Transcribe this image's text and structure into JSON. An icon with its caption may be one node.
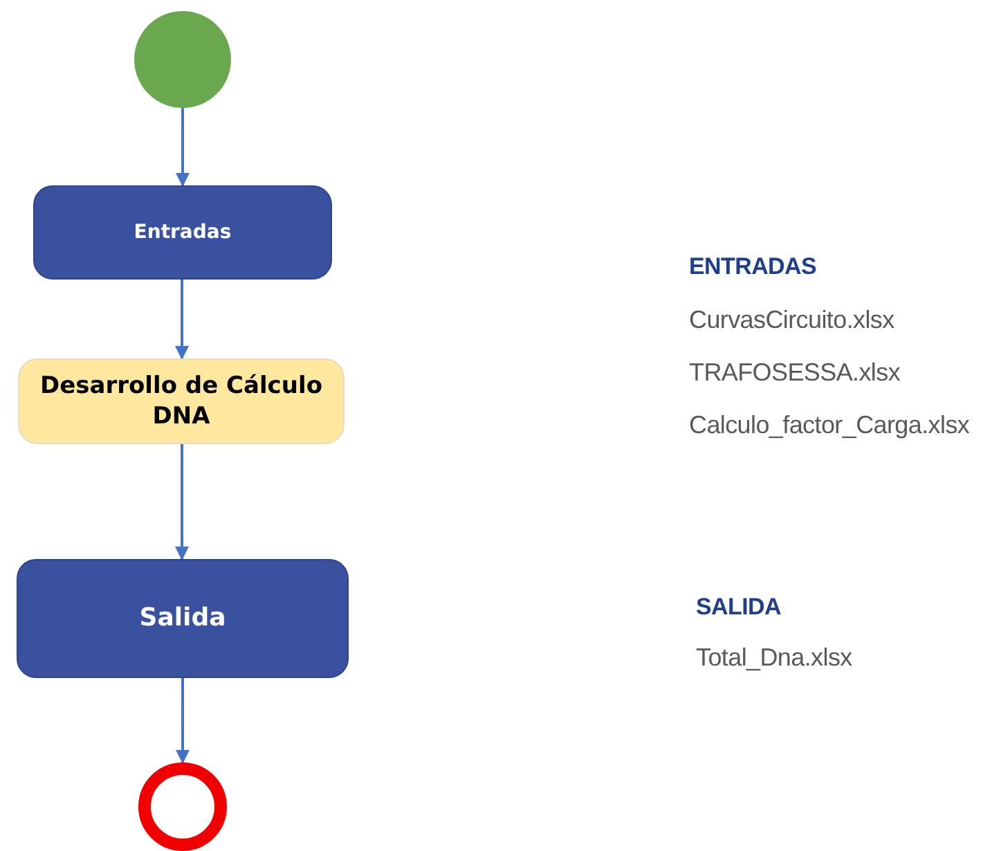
{
  "diagram": {
    "nodes": [
      {
        "text": [],
        "shape": "circle"
      },
      {
        "text": [
          "Entradas"
        ]
      },
      {
        "text": [
          "Desarrollo de Cálculo DNA"
        ]
      },
      {
        "text": [
          "Salida"
        ]
      },
      {
        "text": [],
        "shape": "circle"
      }
    ],
    "edges": [
      {
        "from": 0,
        "to": 1,
        "arrow": "to"
      },
      {
        "from": 1,
        "to": 2,
        "arrow": "to"
      },
      {
        "from": 2,
        "to": 3,
        "arrow": "to"
      },
      {
        "from": 3,
        "to": 4,
        "arrow": "to"
      }
    ],
    "labels": [
      "ENTRADAS",
      "CurvasCircuito.xlsx",
      "TRAFOSESSA.xlsx",
      "Calculo_factor_Carga.xlsx",
      "SALIDA",
      "Total_Dna.xlsx"
    ]
  }
}
